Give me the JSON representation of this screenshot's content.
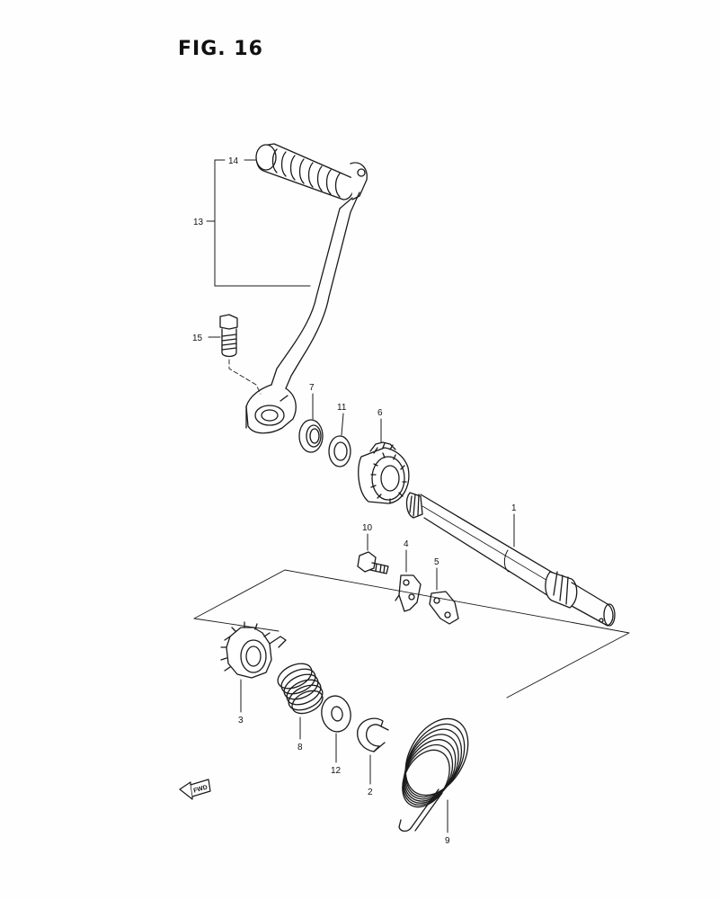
{
  "figure": {
    "title": "FIG. 16"
  },
  "callouts": [
    {
      "id": "lbl-14",
      "text": "14"
    },
    {
      "id": "lbl-13",
      "text": "13"
    },
    {
      "id": "lbl-15",
      "text": "15"
    },
    {
      "id": "lbl-7",
      "text": "7"
    },
    {
      "id": "lbl-11",
      "text": "11"
    },
    {
      "id": "lbl-6",
      "text": "6"
    },
    {
      "id": "lbl-1",
      "text": "1"
    },
    {
      "id": "lbl-10",
      "text": "10"
    },
    {
      "id": "lbl-4",
      "text": "4"
    },
    {
      "id": "lbl-5",
      "text": "5"
    },
    {
      "id": "lbl-3",
      "text": "3"
    },
    {
      "id": "lbl-8",
      "text": "8"
    },
    {
      "id": "lbl-12",
      "text": "12"
    },
    {
      "id": "lbl-2",
      "text": "2"
    },
    {
      "id": "lbl-9",
      "text": "9"
    }
  ],
  "fwd_indicator": {
    "text": "FWD",
    "icon": "forward-arrow-icon"
  }
}
